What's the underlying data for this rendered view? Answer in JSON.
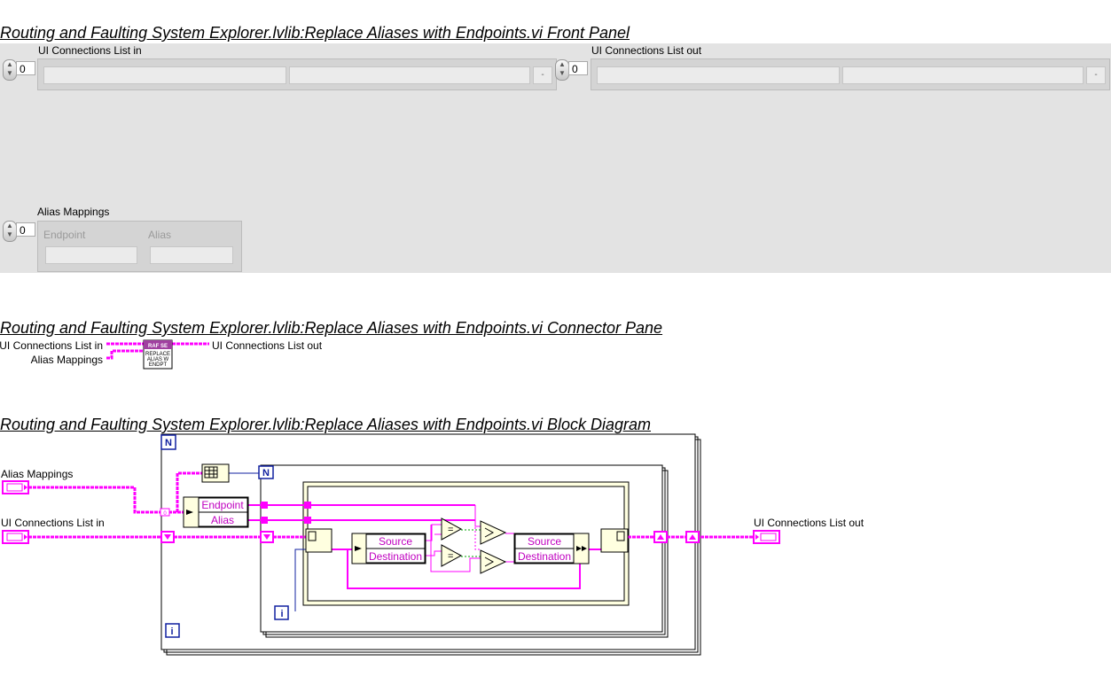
{
  "front_panel": {
    "title": "Routing and Faulting System Explorer.lvlib:Replace Aliases with Endpoints.vi Front Panel",
    "controls": {
      "ui_connections_in": {
        "label": "UI Connections List in",
        "index": "0",
        "dash": "-"
      },
      "ui_connections_out": {
        "label": "UI Connections List out",
        "index": "0",
        "dash": "-"
      },
      "alias_mappings": {
        "label": "Alias Mappings",
        "index": "0",
        "field1": "Endpoint",
        "field2": "Alias"
      }
    }
  },
  "connector_pane": {
    "title": "Routing and Faulting System Explorer.lvlib:Replace Aliases with Endpoints.vi Connector Pane",
    "inputs": [
      "UI Connections List in",
      "Alias Mappings"
    ],
    "outputs": [
      "UI Connections List out"
    ],
    "icon_lines": [
      "RAF SE",
      "REPLACE",
      "ALIAS W",
      "ENDPT"
    ]
  },
  "block_diagram": {
    "title": "Routing and Faulting System Explorer.lvlib:Replace Aliases with Endpoints.vi Block Diagram",
    "terminals": {
      "alias_mappings": "Alias Mappings",
      "ui_connections_in": "UI Connections List in",
      "ui_connections_out": "UI Connections List out"
    },
    "unbundle_alias": [
      "Endpoint",
      "Alias"
    ],
    "unbundle_conn": [
      "Source",
      "Destination"
    ],
    "bundle_conn": [
      "Source",
      "Destination"
    ],
    "loop_count_symbol": "N",
    "loop_index_symbol": "i",
    "indexing_value": "0"
  },
  "colors": {
    "wire_pink": "#ff00ff",
    "frame_gray": "#e3e3e3",
    "node_yellow": "#ffffe0",
    "loop_blue": "#1020a0"
  }
}
